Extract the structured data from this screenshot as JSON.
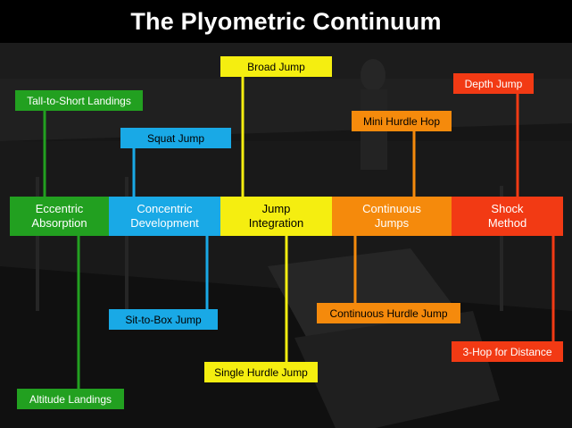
{
  "title": "The Plyometric Continuum",
  "colors": {
    "green": "#22a020",
    "blue": "#19a9e6",
    "yellow": "#f5ee10",
    "orange": "#f58a0c",
    "red": "#f23a14"
  },
  "phases": [
    {
      "id": "eccentric",
      "name": "Eccentric\nAbsorption",
      "color_key": "green",
      "exercises_above": [
        "Tall-to-Short Landings"
      ],
      "exercises_below": [
        "Altitude Landings"
      ]
    },
    {
      "id": "concentric",
      "name": "Concentric\nDevelopment",
      "color_key": "blue",
      "exercises_above": [
        "Squat Jump"
      ],
      "exercises_below": [
        "Sit-to-Box Jump"
      ]
    },
    {
      "id": "jump-integration",
      "name": "Jump\nIntegration",
      "color_key": "yellow",
      "exercises_above": [
        "Broad Jump"
      ],
      "exercises_below": [
        "Single Hurdle Jump"
      ]
    },
    {
      "id": "continuous",
      "name": "Continuous\nJumps",
      "color_key": "orange",
      "exercises_above": [
        "Mini Hurdle Hop"
      ],
      "exercises_below": [
        "Continuous Hurdle Jump"
      ]
    },
    {
      "id": "shock",
      "name": "Shock\nMethod",
      "color_key": "red",
      "exercises_above": [
        "Depth Jump"
      ],
      "exercises_below": [
        "3-Hop for Distance"
      ]
    }
  ]
}
